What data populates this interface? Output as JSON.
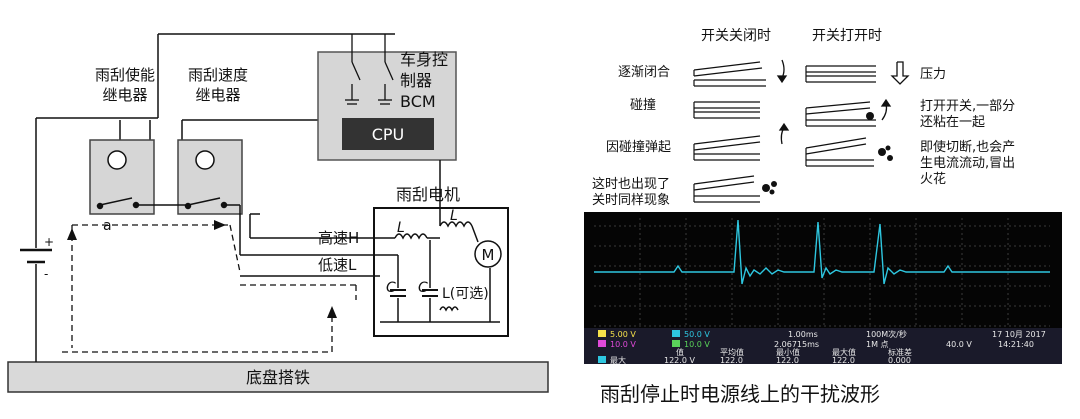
{
  "left_diagram": {
    "relay_enable": [
      "雨刮使能",
      "继电器"
    ],
    "relay_speed": [
      "雨刮速度",
      "继电器"
    ],
    "bcm": [
      "车身控",
      "制器",
      "BCM"
    ],
    "cpu": "CPU",
    "motor_title": "雨刮电机",
    "high": "高速H",
    "low": "低速L",
    "inductor1": "L",
    "inductor2": "L",
    "inductor3": "L(可选)",
    "cap1": "C",
    "cap2": "C",
    "motor": "M",
    "node_a": "a",
    "plus": "+",
    "minus": "-",
    "chassis": "底盘搭铁"
  },
  "right_diagram": {
    "col_closing": "开关关闭时",
    "col_opening": "开关打开时",
    "row1": "逐渐闭合",
    "row2": "碰撞",
    "row3": "因碰撞弹起",
    "row4": [
      "这时也出现了",
      "关时同样现象"
    ],
    "pressure": "压力",
    "note2": [
      "打开开关,一部分",
      "还粘在一起"
    ],
    "note3": [
      "即使切断,也会产",
      "生电流流动,冒出",
      "火花"
    ]
  },
  "scope": {
    "ch1": "5.00 V",
    "ch2": "50.0 V",
    "ch3": "10.0 V",
    "ch4": "10.0 V",
    "timebase": "1.00ms",
    "sample": "100M次/秒",
    "trigger_pos": "2.06715ms",
    "points": "1M 点",
    "trig_level": "40.0 V",
    "date": "17 10月 2017",
    "time": "14:21:40",
    "stat_headers": [
      "值",
      "平均值",
      "最小值",
      "最大值",
      "标准差"
    ],
    "stat_label": "最大",
    "stat_values": [
      "122.0 V",
      "122.0",
      "122.0",
      "122.0",
      "0.000"
    ]
  },
  "caption": "雨刮停止时电源线上的干扰波形"
}
